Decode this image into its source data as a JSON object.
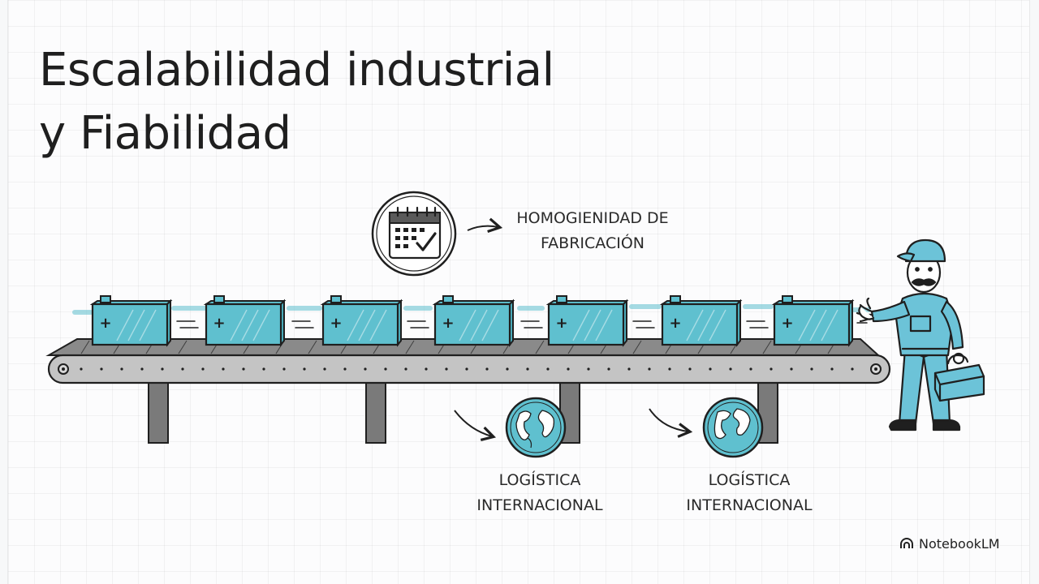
{
  "title": {
    "line1": "Escalabilidad industrial",
    "line2": "y Fiabilidad"
  },
  "callout_top": {
    "icon": "calendar-check-icon",
    "line1": "HOMOGIENIDAD DE",
    "line2": "FABRICACIÓN"
  },
  "callout_left": {
    "icon": "globe-icon",
    "line1": "LOGÍSTICA",
    "line2": "INTERNACIONAL"
  },
  "callout_right": {
    "icon": "globe-icon",
    "line1": "LOGÍSTICA",
    "line2": "INTERNACIONAL"
  },
  "brand": {
    "icon": "notebooklm-logo-icon",
    "label": "NotebookLM"
  },
  "colors": {
    "battery": "#5fc0cf",
    "belt": "#bfbfbf",
    "worker": "#6cc3d8",
    "ink": "#1f1f1f"
  },
  "batteries": [
    "+",
    "+",
    "+",
    "+",
    "+",
    "+",
    "+"
  ]
}
